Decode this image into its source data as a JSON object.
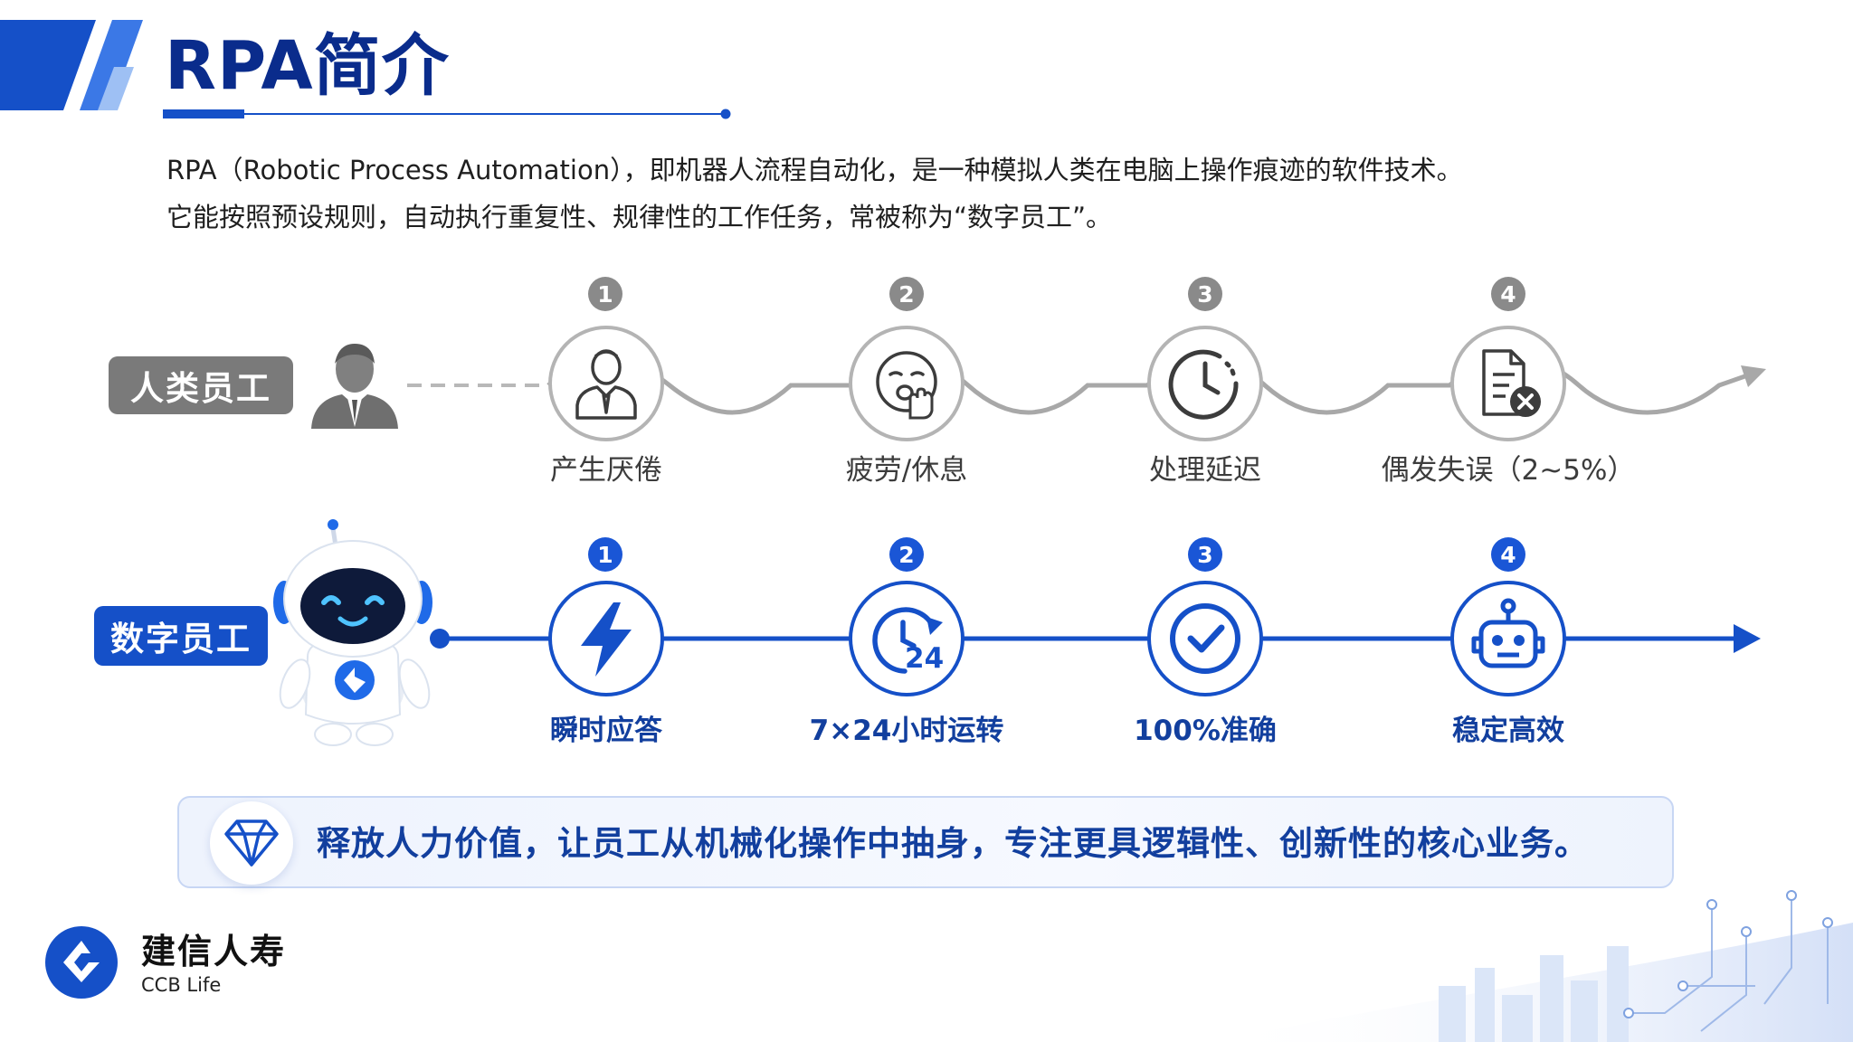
{
  "header": {
    "title": "RPA简介",
    "intro_lines": [
      "RPA（Robotic Process Automation），即机器人流程自动化，是一种模拟人类在电脑上操作痕迹的软件技术。",
      "它能按照预设规则，自动执行重复性、规律性的工作任务，常被称为“数字员工”。"
    ]
  },
  "human_row": {
    "label": "人类员工",
    "steps": [
      {
        "number": "1",
        "label": "产生厌倦",
        "icon": "bored-person-icon"
      },
      {
        "number": "2",
        "label": "疲劳/休息",
        "icon": "yawning-face-icon"
      },
      {
        "number": "3",
        "label": "处理延迟",
        "icon": "clock-delay-icon"
      },
      {
        "number": "4",
        "label": "偶发失误（2~5%）",
        "icon": "document-error-icon"
      }
    ]
  },
  "digital_row": {
    "label": "数字员工",
    "steps": [
      {
        "number": "1",
        "label": "瞬时应答",
        "icon": "lightning-icon"
      },
      {
        "number": "2",
        "label": "7×24小时运转",
        "icon": "clock-24-icon",
        "icon_text": "24"
      },
      {
        "number": "3",
        "label": "100%准确",
        "icon": "check-circle-icon"
      },
      {
        "number": "4",
        "label": "稳定高效",
        "icon": "robot-icon"
      }
    ]
  },
  "banner": {
    "text": "释放人力价值，让员工从机械化操作中抽身，专注更具逻辑性、创新性的核心业务。",
    "icon": "diamond-icon"
  },
  "brand": {
    "name_cn": "建信人寿",
    "name_en": "CCB Life"
  },
  "colors": {
    "primary_blue": "#1550c8",
    "dark_blue": "#0a2c8c",
    "human_gray": "#7a7a7a"
  }
}
